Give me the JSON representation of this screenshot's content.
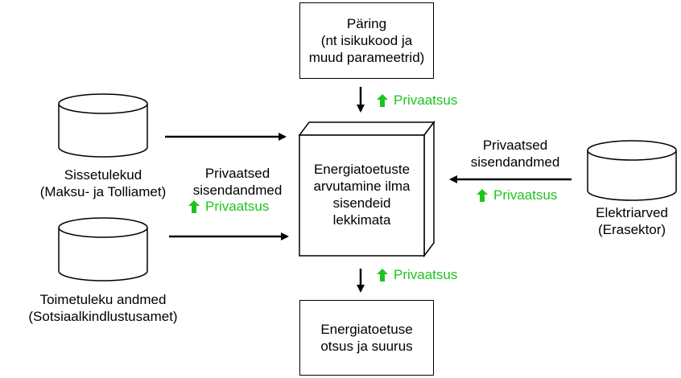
{
  "query_box": {
    "line1": "Päring",
    "line2": "(nt isikukood ja",
    "line3": "muud parameetrid)"
  },
  "center_box": {
    "line1": "Energiatoetuste",
    "line2": "arvutamine ilma",
    "line3": "sisendeid",
    "line4": "lekkimata"
  },
  "decision_box": {
    "line1": "Energiatoetuse",
    "line2": "otsus ja suurus"
  },
  "sources": {
    "income": {
      "line1": "Sissetulekud",
      "line2": "(Maksu- ja Tolliamet)"
    },
    "benefits": {
      "line1": "Toimetuleku andmed",
      "line2": "(Sotsiaalkindlustusamet)"
    },
    "electricity": {
      "line1": "Elektriarved",
      "line2": "(Erasektor)"
    }
  },
  "labels": {
    "private_inputs_line1": "Privaatsed",
    "private_inputs_line2": "sisendandmed",
    "privacy": "Privaatsus"
  },
  "colors": {
    "privacy_green": "#1ec41e",
    "stroke": "#000000"
  },
  "icons": {
    "privacy_arrow": "green-up-arrow-icon"
  }
}
